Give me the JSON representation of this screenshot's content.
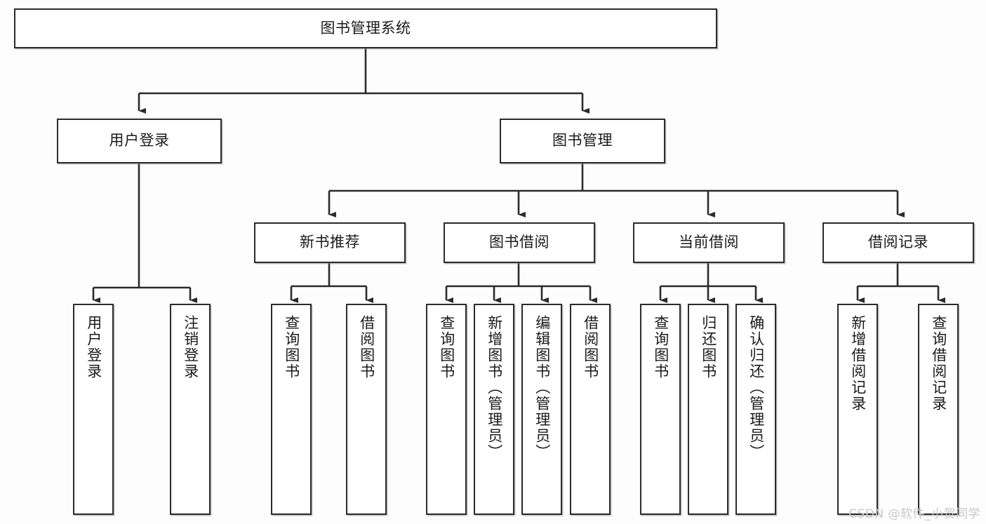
{
  "diagram": {
    "type": "tree-hierarchy",
    "title": "图书管理系统",
    "watermark": "CSDN @软件_小贺同学",
    "colors": {
      "background": "#fdfdfd",
      "box_fill": "#ffffff",
      "box_stroke": "#2b2b2b",
      "connector": "#2b2b2b",
      "text": "#1b1b1b",
      "watermark": "#c8c8c8"
    },
    "levels": {
      "level1": [
        {
          "id": "root",
          "label": "图书管理系统",
          "orientation": "horizontal"
        }
      ],
      "level2": [
        {
          "id": "user-login",
          "label": "用户登录",
          "orientation": "horizontal"
        },
        {
          "id": "book-manage",
          "label": "图书管理",
          "orientation": "horizontal"
        }
      ],
      "level3": [
        {
          "id": "new-book-rec",
          "label": "新书推荐",
          "orientation": "horizontal"
        },
        {
          "id": "book-borrow",
          "label": "图书借阅",
          "orientation": "horizontal"
        },
        {
          "id": "current-borrow",
          "label": "当前借阅",
          "orientation": "horizontal"
        },
        {
          "id": "borrow-record",
          "label": "借阅记录",
          "orientation": "horizontal"
        }
      ],
      "level4": [
        {
          "id": "leaf-user-login",
          "label": "用户登录",
          "parent": "user-login",
          "orientation": "vertical"
        },
        {
          "id": "leaf-user-logout",
          "label": "注销登录",
          "parent": "user-login",
          "orientation": "vertical"
        },
        {
          "id": "leaf-query-book-1",
          "label": "查询图书",
          "parent": "new-book-rec",
          "orientation": "vertical"
        },
        {
          "id": "leaf-borrow-book-1",
          "label": "借阅图书",
          "parent": "new-book-rec",
          "orientation": "vertical"
        },
        {
          "id": "leaf-query-book-2",
          "label": "查询图书",
          "parent": "book-borrow",
          "orientation": "vertical"
        },
        {
          "id": "leaf-add-book",
          "label": "新增图书（管理员）",
          "parent": "book-borrow",
          "orientation": "vertical"
        },
        {
          "id": "leaf-edit-book",
          "label": "编辑图书（管理员）",
          "parent": "book-borrow",
          "orientation": "vertical"
        },
        {
          "id": "leaf-borrow-book-2",
          "label": "借阅图书",
          "parent": "book-borrow",
          "orientation": "vertical"
        },
        {
          "id": "leaf-query-book-3",
          "label": "查询图书",
          "parent": "current-borrow",
          "orientation": "vertical"
        },
        {
          "id": "leaf-return-book",
          "label": "归还图书",
          "parent": "current-borrow",
          "orientation": "vertical"
        },
        {
          "id": "leaf-confirm-return",
          "label": "确认归还（管理员）",
          "parent": "current-borrow",
          "orientation": "vertical"
        },
        {
          "id": "leaf-add-record",
          "label": "新增借阅记录",
          "parent": "borrow-record",
          "orientation": "vertical"
        },
        {
          "id": "leaf-query-record",
          "label": "查询借阅记录",
          "parent": "borrow-record",
          "orientation": "vertical"
        }
      ]
    }
  }
}
